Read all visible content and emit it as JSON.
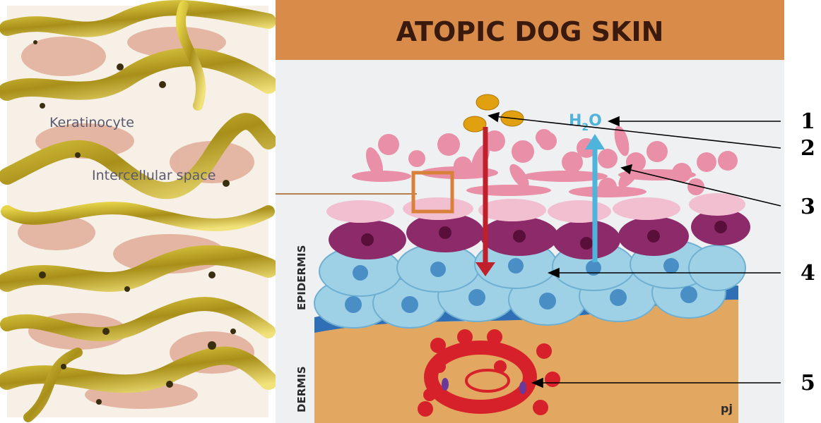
{
  "micrograph": {
    "keratinocyte_label": "Keratinocyte",
    "intercellular_label": "Intercellular space"
  },
  "diagram": {
    "title": "ATOPIC DOG SKIN",
    "water_label_main": "H",
    "water_label_sub": "2",
    "water_label_end": "O",
    "epidermis_label": "EPIDERMIS",
    "dermis_label": "DERMIS",
    "signature": "pj",
    "callouts": [
      "1",
      "2",
      "3",
      "4",
      "5"
    ]
  },
  "colors": {
    "title_band": "#d98b49",
    "background": "#eef0f2",
    "dermis": "#e2a760",
    "basement": "#2f6fb5",
    "arrow_down": "#c0202a",
    "arrow_up": "#4fb4dc",
    "allergen": "#e0a010",
    "vessel": "#d6202a",
    "stratum_corneum": "#e98fa8",
    "granulosum": "#8d2a6a",
    "basale": "#7ec0dc"
  }
}
